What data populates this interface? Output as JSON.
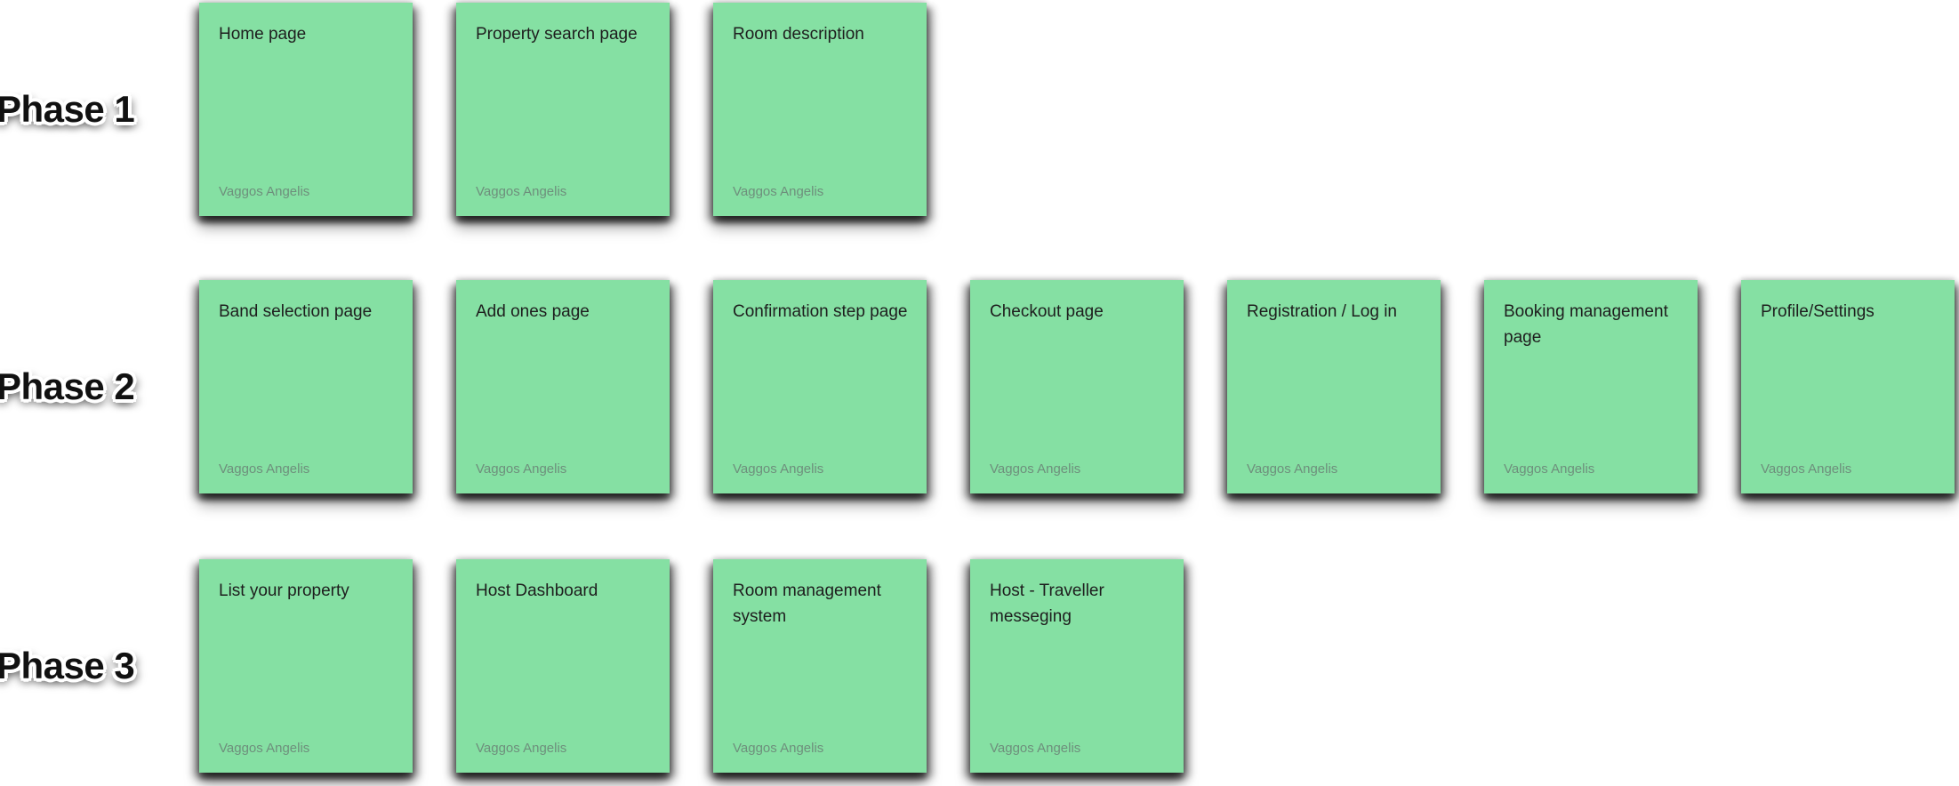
{
  "board": {
    "author": "Vaggos Angelis",
    "phases": [
      {
        "label": "Phase 1",
        "stickies": [
          "Home page",
          "Property search page",
          "Room description"
        ]
      },
      {
        "label": "Phase 2",
        "stickies": [
          "Band selection page",
          "Add ones page",
          "Confirmation step page",
          "Checkout page",
          "Registration / Log in",
          "Booking management page",
          "Profile/Settings"
        ]
      },
      {
        "label": "Phase 3",
        "stickies": [
          "List your property",
          "Host Dashboard",
          "Room management system",
          "Host - Traveller messeging"
        ]
      }
    ],
    "colors": {
      "background": "#ffffff",
      "sticky_fill": "#85e0a3",
      "sticky_title_text": "#1e1e1e",
      "sticky_author_text": "#6e8f7c",
      "phase_label_fill": "#111111",
      "phase_label_outline": "#ffffff"
    }
  }
}
